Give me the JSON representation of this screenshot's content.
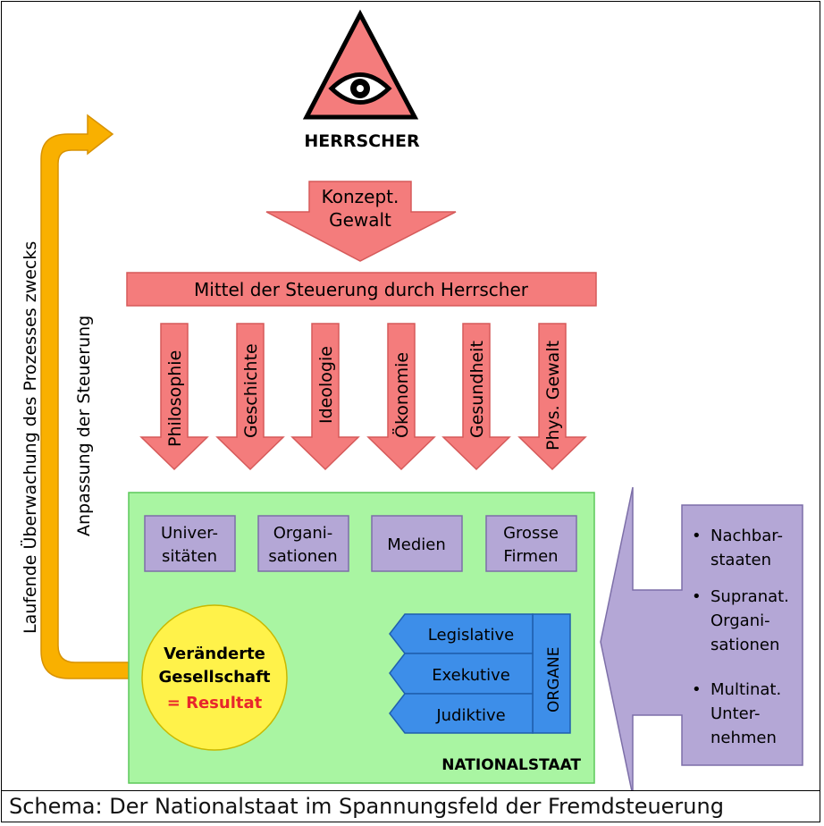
{
  "ruler": {
    "label": "HERRSCHER"
  },
  "conceptual_power": {
    "line1": "Konzept.",
    "line2": "Gewalt"
  },
  "control_means": {
    "label": "Mittel der Steuerung durch Herrscher"
  },
  "means_arrows": [
    {
      "label": "Philosophie"
    },
    {
      "label": "Geschichte"
    },
    {
      "label": "Ideologie"
    },
    {
      "label": "Ökonomie"
    },
    {
      "label": "Gesundheit"
    },
    {
      "label": "Phys. Gewalt"
    }
  ],
  "institutions": [
    {
      "line1": "Univer-",
      "line2": "sitäten"
    },
    {
      "line1": "Organi-",
      "line2": "sationen"
    },
    {
      "line1": "Medien",
      "line2": ""
    },
    {
      "line1": "Grosse",
      "line2": "Firmen"
    }
  ],
  "organs": {
    "title": "ORGANE",
    "items": [
      {
        "label": "Legislative"
      },
      {
        "label": "Exekutive"
      },
      {
        "label": "Judiktive"
      }
    ]
  },
  "result": {
    "line1": "Veränderte",
    "line2": "Gesellschaft",
    "line3": "= Resultat"
  },
  "nation_state": {
    "label": "NATIONALSTAAT"
  },
  "external_influences": [
    {
      "lines": [
        "Nachbar-",
        "staaten"
      ]
    },
    {
      "lines": [
        "Supranat.",
        "Organi-",
        "sationen"
      ]
    },
    {
      "lines": [
        "Multinat.",
        "Unter-",
        "nehmen"
      ]
    }
  ],
  "feedback": {
    "outer": "Laufende Überwachung des Prozesses zwecks",
    "inner": "Anpassung der Steuerung"
  },
  "caption": "Schema: Der Nationalstaat im Spannungsfeld der Fremdsteuerung",
  "colors": {
    "salmon": "#f47c7c",
    "green": "#a9f5a2",
    "purple": "#b4a7d6",
    "blue": "#3d8ee9",
    "yellow": "#fff24a",
    "orange": "#f9b000",
    "red_text": "#e8262c"
  }
}
